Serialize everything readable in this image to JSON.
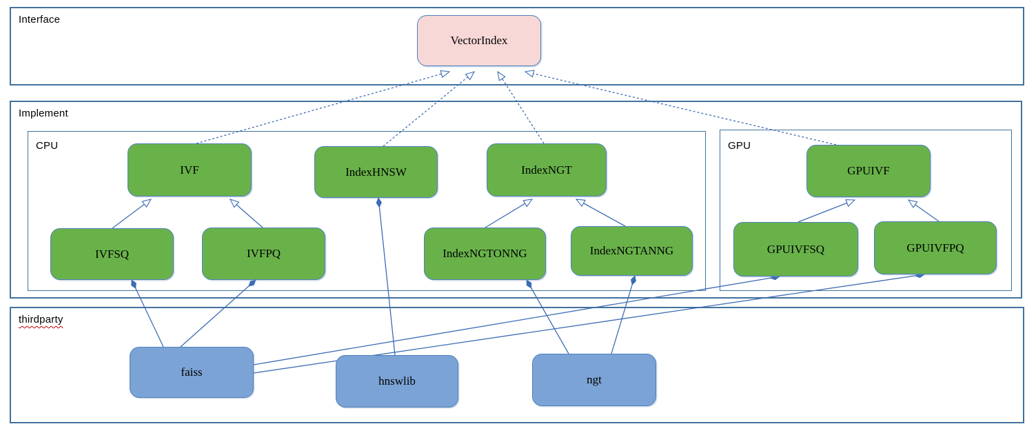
{
  "diagram": {
    "sections": [
      {
        "id": "interface",
        "label": "Interface"
      },
      {
        "id": "implement",
        "label": "Implement"
      },
      {
        "id": "cpu",
        "label": "CPU"
      },
      {
        "id": "gpu",
        "label": "GPU"
      },
      {
        "id": "thirdparty",
        "label": "thirdparty",
        "spellcheck_underline": true
      }
    ],
    "nodes": [
      {
        "id": "VectorIndex",
        "label": "VectorIndex",
        "type": "interface",
        "section": "interface"
      },
      {
        "id": "IVF",
        "label": "IVF",
        "type": "implementation",
        "section": "cpu"
      },
      {
        "id": "IndexHNSW",
        "label": "IndexHNSW",
        "type": "implementation",
        "section": "cpu"
      },
      {
        "id": "IndexNGT",
        "label": "IndexNGT",
        "type": "implementation",
        "section": "cpu"
      },
      {
        "id": "IVFSQ",
        "label": "IVFSQ",
        "type": "implementation",
        "section": "cpu"
      },
      {
        "id": "IVFPQ",
        "label": "IVFPQ",
        "type": "implementation",
        "section": "cpu"
      },
      {
        "id": "IndexNGTONNG",
        "label": "IndexNGTONNG",
        "type": "implementation",
        "section": "cpu"
      },
      {
        "id": "IndexNGTANNG",
        "label": "IndexNGTANNG",
        "type": "implementation",
        "section": "cpu"
      },
      {
        "id": "GPUIVF",
        "label": "GPUIVF",
        "type": "implementation",
        "section": "gpu"
      },
      {
        "id": "GPUIVFSQ",
        "label": "GPUIVFSQ",
        "type": "implementation",
        "section": "gpu"
      },
      {
        "id": "GPUIVFPQ",
        "label": "GPUIVFPQ",
        "type": "implementation",
        "section": "gpu"
      },
      {
        "id": "faiss",
        "label": "faiss",
        "type": "thirdparty",
        "section": "thirdparty"
      },
      {
        "id": "hnswlib",
        "label": "hnswlib",
        "type": "thirdparty",
        "section": "thirdparty"
      },
      {
        "id": "ngt",
        "label": "ngt",
        "type": "thirdparty",
        "section": "thirdparty"
      }
    ],
    "edges": [
      {
        "from": "IVF",
        "to": "VectorIndex",
        "kind": "realization"
      },
      {
        "from": "IndexHNSW",
        "to": "VectorIndex",
        "kind": "realization"
      },
      {
        "from": "IndexNGT",
        "to": "VectorIndex",
        "kind": "realization"
      },
      {
        "from": "GPUIVF",
        "to": "VectorIndex",
        "kind": "realization"
      },
      {
        "from": "IVFSQ",
        "to": "IVF",
        "kind": "generalization"
      },
      {
        "from": "IVFPQ",
        "to": "IVF",
        "kind": "generalization"
      },
      {
        "from": "IndexNGTONNG",
        "to": "IndexNGT",
        "kind": "generalization"
      },
      {
        "from": "IndexNGTANNG",
        "to": "IndexNGT",
        "kind": "generalization"
      },
      {
        "from": "GPUIVFSQ",
        "to": "GPUIVF",
        "kind": "generalization"
      },
      {
        "from": "GPUIVFPQ",
        "to": "GPUIVF",
        "kind": "generalization"
      },
      {
        "from": "IVFSQ",
        "to": "faiss",
        "kind": "composition"
      },
      {
        "from": "IVFPQ",
        "to": "faiss",
        "kind": "composition"
      },
      {
        "from": "IndexHNSW",
        "to": "hnswlib",
        "kind": "composition"
      },
      {
        "from": "IndexNGTONNG",
        "to": "ngt",
        "kind": "composition"
      },
      {
        "from": "IndexNGTANNG",
        "to": "ngt",
        "kind": "composition"
      },
      {
        "from": "GPUIVFSQ",
        "to": "faiss",
        "kind": "composition"
      },
      {
        "from": "GPUIVFPQ",
        "to": "faiss",
        "kind": "composition"
      }
    ],
    "colors": {
      "interface_fill": "#f8d8d7",
      "implementation_fill": "#69b24a",
      "thirdparty_fill": "#7ba3d6",
      "node_border": "#4d7fba",
      "frame_border": "#41719c",
      "connector": "#3c6cb4",
      "spellcheck_underline": "#c00000",
      "text": "#000000",
      "background": "#ffffff"
    }
  }
}
